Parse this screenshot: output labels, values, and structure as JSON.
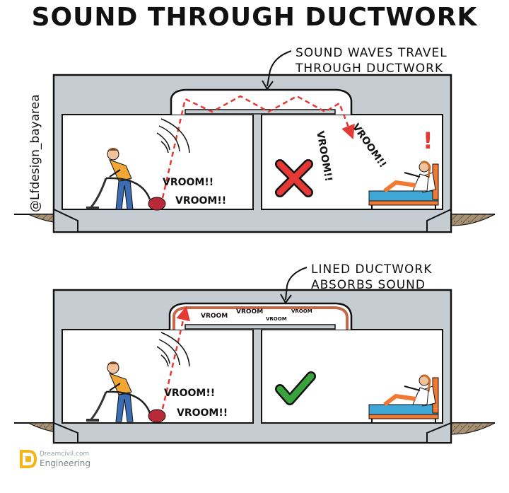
{
  "title": "SOUND THROUGH DUCTWORK",
  "credit": "@Lfdesign_bayarea",
  "top_panel": {
    "annotation_line1": "SOUND WAVES TRAVEL",
    "annotation_line2": "THROUGH DUCTWORK",
    "vroom_left": [
      "VROOM!!",
      "VROOM!!"
    ],
    "vroom_right": [
      "VROOM!!",
      "VROOM!!"
    ],
    "exclamation": "!",
    "result_icon": "red-x-icon"
  },
  "bottom_panel": {
    "annotation_line1": "LINED DUCTWORK",
    "annotation_line2": "ABSORBS SOUND",
    "vroom_left": [
      "VROOM!!",
      "VROOM!!"
    ],
    "vroom_duct": [
      "VROOM",
      "VROOM",
      "VROOM",
      "VROOM"
    ],
    "result_icon": "green-check-icon"
  },
  "watermark": {
    "line1": "Dreamcivil.com",
    "line2": "Engineering"
  },
  "colors": {
    "wall": "#c5cdd2",
    "ground": "#a89275",
    "duct_lining": "#c8674a",
    "sound_path": "#e53935",
    "cross": "#e53935",
    "check": "#3aa23a",
    "bed": "#f07a34",
    "mattress": "#3fa7d6"
  }
}
